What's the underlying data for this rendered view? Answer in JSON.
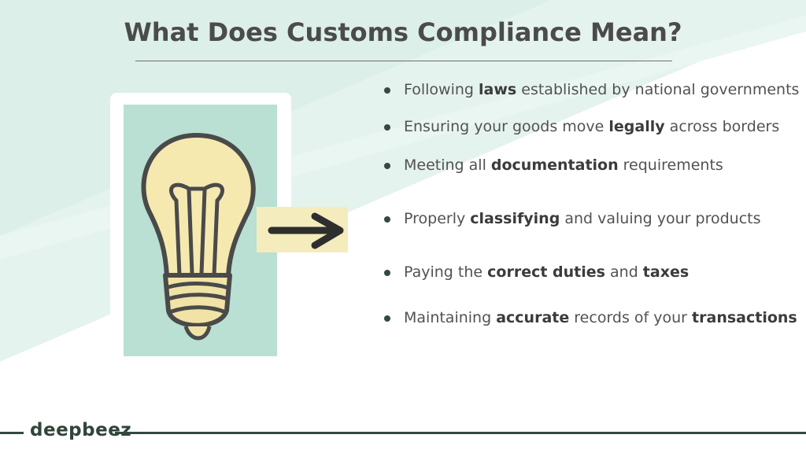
{
  "slide": {
    "title": "What Does Customs Compliance Mean?",
    "bullets": [
      {
        "before": "Following ",
        "strong": "laws",
        "after": " established by national governments"
      },
      {
        "before": "Ensuring your goods move ",
        "strong": "legally",
        "after": " across borders"
      },
      {
        "before": "Meeting all ",
        "strong": "documentation",
        "after": " requirements"
      },
      {
        "before": "Properly ",
        "strong": "classifying",
        "after": " and valuing your products"
      },
      {
        "before": "Paying the ",
        "strong": "correct duties",
        "mid": " and ",
        "strong2": "taxes",
        "after": ""
      },
      {
        "before": "Maintaining ",
        "strong": "accurate",
        "after": " records of your ",
        "strong2": "transactions"
      }
    ]
  },
  "footer": {
    "brand": "deepbeez"
  },
  "colors": {
    "accent": "#334a3e",
    "mint": "#b9e0d2",
    "paper": "#f4ecbd"
  },
  "icons": {
    "illustration": "lightbulb-arrow-icon"
  }
}
